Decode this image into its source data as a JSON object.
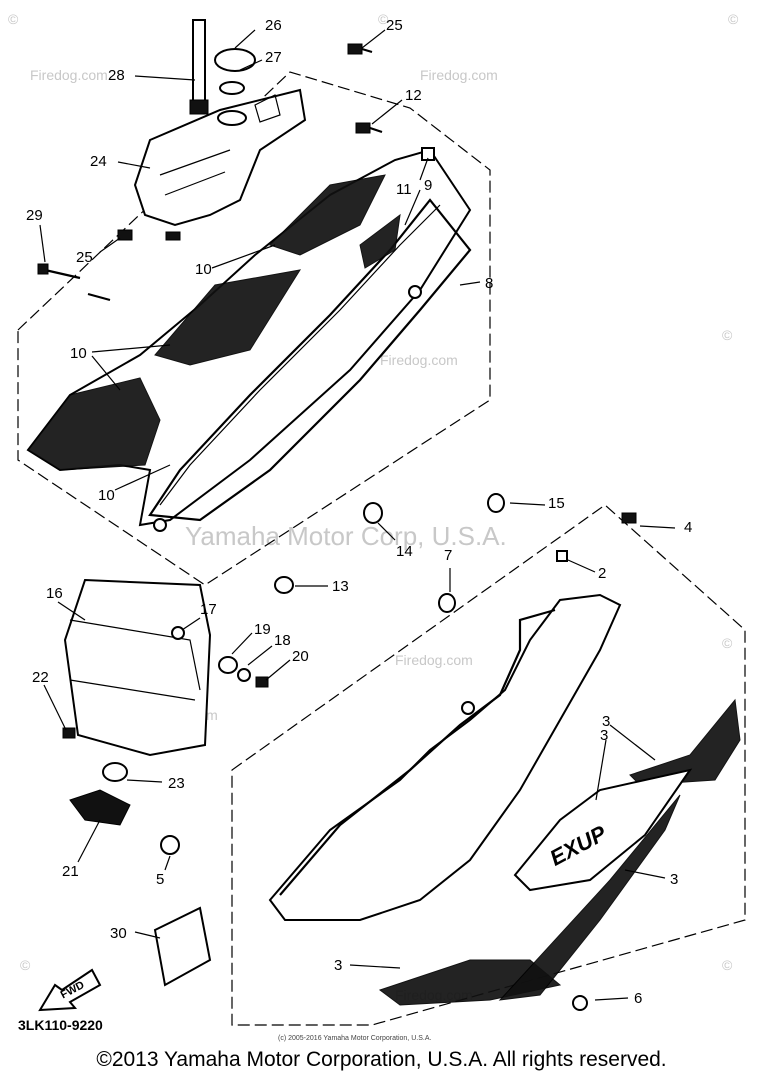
{
  "diagram": {
    "watermark": "Yamaha Motor Corp, U.S.A.",
    "site_watermark": "Firedog.com",
    "copyright_symbol": "©",
    "part_code": "3LK110-9220",
    "small_print": "(c) 2005-2016 Yamaha Motor Corporation, U.S.A.",
    "direction_label": "FWD",
    "decal_text": "EXUP",
    "callouts": [
      "26",
      "25",
      "27",
      "28",
      "12",
      "24",
      "9",
      "11",
      "29",
      "25",
      "10",
      "8",
      "10",
      "10",
      "15",
      "4",
      "14",
      "13",
      "7",
      "2",
      "16",
      "17",
      "19",
      "18",
      "20",
      "22",
      "3",
      "23",
      "3",
      "21",
      "5",
      "3",
      "30",
      "3",
      "6"
    ]
  },
  "footer": {
    "copyright": "©2013 Yamaha Motor Corporation, U.S.A. All rights reserved."
  },
  "colors": {
    "ink": "#000000",
    "paper": "#ffffff",
    "watermark": "#c8c8c8"
  }
}
